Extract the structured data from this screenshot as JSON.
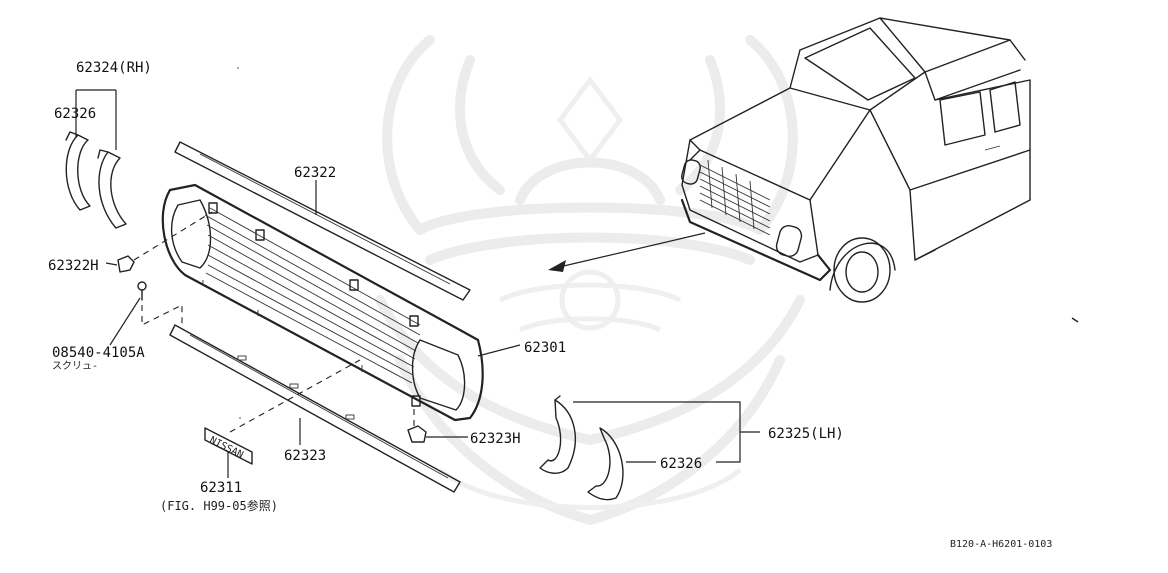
{
  "labels": {
    "rh_set": "62324(RH)",
    "rh_molding": "62326",
    "top_molding": "62322",
    "clip_top": "62322H",
    "screw_part": "08540-4105A",
    "screw_note": "スクリュ-",
    "grille": "62301",
    "bottom_molding": "62323",
    "clip_bottom": "62323H",
    "emblem": "62311",
    "emblem_ref": "(FIG. H99-05参照)",
    "lh_set": "62325(LH)",
    "lh_molding": "62326",
    "emblem_text": "NISSAN"
  },
  "footer": {
    "code": "B120-A-H6201-0103"
  }
}
